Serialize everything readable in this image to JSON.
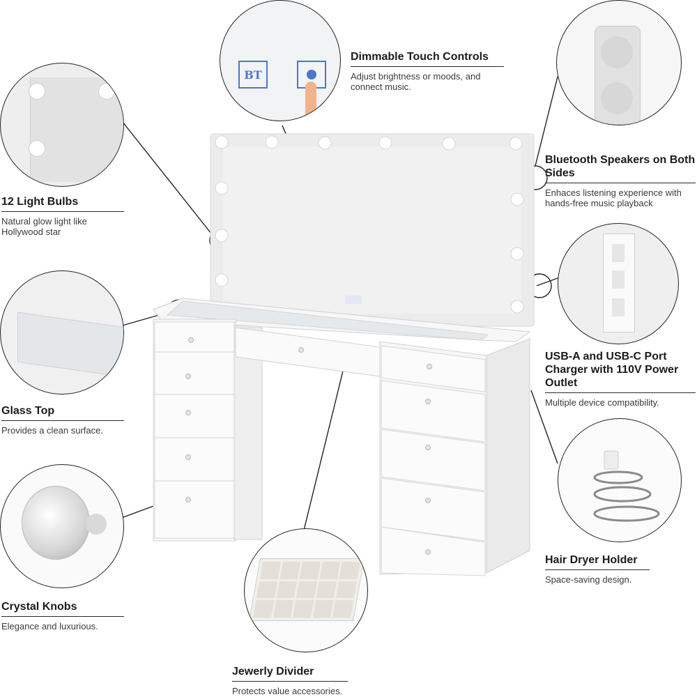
{
  "colors": {
    "background": "#ffffff",
    "text": "#1b1b1b",
    "furniture": "#f5f5f5",
    "mirror": "#ececec",
    "bulb": "#ffffff",
    "touch_icon": "#4a78c8",
    "accent_line": "#222222"
  },
  "features": {
    "touch_controls": {
      "title": "Dimmable Touch Controls",
      "desc": "Adjust brightness or moods, and connect music.",
      "icons": {
        "bt_label": "BT",
        "light_icon": "lightbulb-icon"
      }
    },
    "light_bulbs": {
      "title": "12 Light Bulbs",
      "desc": "Natural glow light like Hollywood star"
    },
    "speakers": {
      "title": "Bluetooth Speakers on Both Sides",
      "desc": "Enhaces listening experience with hands-free music playback"
    },
    "glass_top": {
      "title": "Glass Top",
      "desc": "Provides a clean surface."
    },
    "charger": {
      "title": "USB-A and USB-C Port Charger with 110V Power Outlet",
      "desc": "Multiple device compatibility."
    },
    "crystal_knobs": {
      "title": "Crystal Knobs",
      "desc": "Elegance and luxurious."
    },
    "hair_dryer": {
      "title": "Hair Dryer Holder",
      "desc": "Space-saving design."
    },
    "jewelry": {
      "title": "Jewerly Divider",
      "desc": "Protects value accessories."
    }
  }
}
